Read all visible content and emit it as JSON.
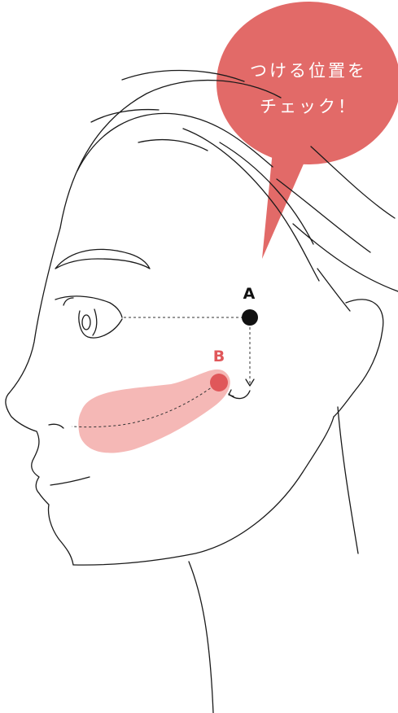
{
  "callout": {
    "line1": "つける位置を",
    "line2": "チェック！"
  },
  "points": {
    "a_label": "A",
    "b_label": "B"
  },
  "colors": {
    "bubble": "#e26a68",
    "blush_zone": "#f5b8b6",
    "point_b": "#e0575a",
    "point_a": "#111111",
    "line_art": "#1a1a1a"
  }
}
